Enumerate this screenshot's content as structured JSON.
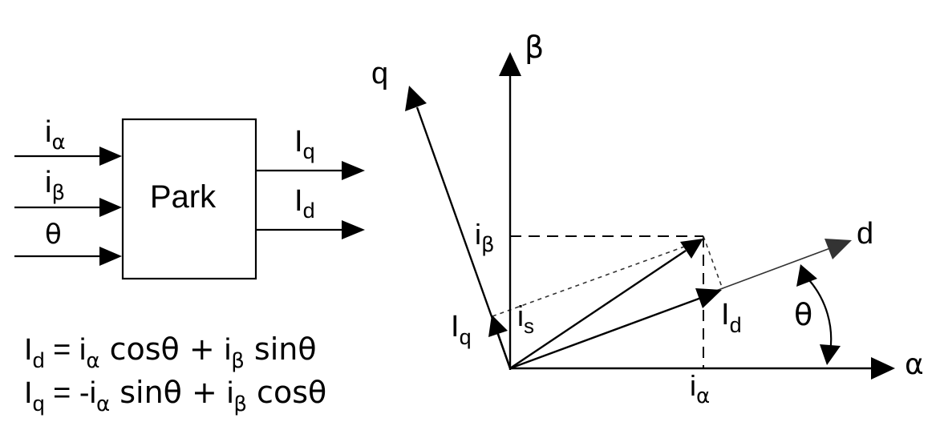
{
  "block": {
    "title": "Park",
    "inputs": [
      {
        "main": "i",
        "sub": "α"
      },
      {
        "main": "i",
        "sub": "β"
      },
      {
        "main": "θ",
        "sub": ""
      }
    ],
    "outputs": [
      {
        "main": "I",
        "sub": "q"
      },
      {
        "main": "I",
        "sub": "d"
      }
    ]
  },
  "equations": {
    "eq1": {
      "lhs_main": "I",
      "lhs_sub": "d",
      "eq": " = ",
      "t1_main": "i",
      "t1_sub": "α",
      "t1_fn": " cosθ + ",
      "t2_main": "i",
      "t2_sub": "β",
      "t2_fn": " sinθ"
    },
    "eq2": {
      "lhs_main": "I",
      "lhs_sub": "q",
      "eq": " = -",
      "t1_main": "i",
      "t1_sub": "α",
      "t1_fn": " sinθ + ",
      "t2_main": "i",
      "t2_sub": "β",
      "t2_fn": " cosθ"
    }
  },
  "vector_diagram": {
    "beta_axis": "β",
    "alpha_axis": "α",
    "q_axis": "q",
    "d_axis": "d",
    "theta": "θ",
    "i_beta": {
      "main": "i",
      "sub": "β"
    },
    "i_alpha": {
      "main": "i",
      "sub": "α"
    },
    "i_s": {
      "main": "i",
      "sub": "s"
    },
    "I_q": {
      "main": "I",
      "sub": "q"
    },
    "I_d": {
      "main": "I",
      "sub": "d"
    }
  }
}
